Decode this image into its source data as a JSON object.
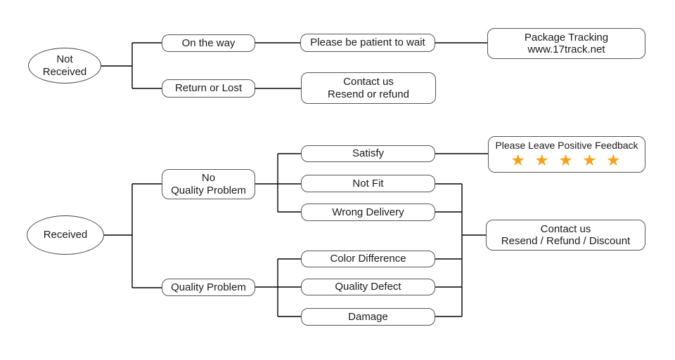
{
  "flowchart": {
    "colors": {
      "background": "#ffffff",
      "connector_line": "#000000",
      "node_border": "#555555",
      "text": "#1a1a1a",
      "star": "#f5a11d"
    },
    "not_received": {
      "line1": "Not",
      "line2": "Received"
    },
    "on_the_way": {
      "label": "On the way"
    },
    "return_or_lost": {
      "label": "Return or Lost"
    },
    "please_be_patient": {
      "label": "Please be patient to wait"
    },
    "package_tracking": {
      "line1": "Package Tracking",
      "line2": "www.17track.net"
    },
    "contact_resend_refund": {
      "line1": "Contact us",
      "line2": "Resend or refund"
    },
    "received": {
      "label": "Received"
    },
    "no_quality_problem": {
      "line1": "No",
      "line2": "Quality Problem"
    },
    "quality_problem": {
      "label": "Quality Problem"
    },
    "satisfy": {
      "label": "Satisfy"
    },
    "not_fit": {
      "label": "Not Fit"
    },
    "wrong_delivery": {
      "label": "Wrong Delivery"
    },
    "color_difference": {
      "label": "Color Difference"
    },
    "quality_defect": {
      "label": "Quality Defect"
    },
    "damage": {
      "label": "Damage"
    },
    "positive_feedback": {
      "title": "Please Leave Positive Feedback",
      "stars": "★ ★ ★ ★ ★"
    },
    "contact_discount": {
      "line1": "Contact us",
      "line2": "Resend / Refund / Discount"
    }
  }
}
